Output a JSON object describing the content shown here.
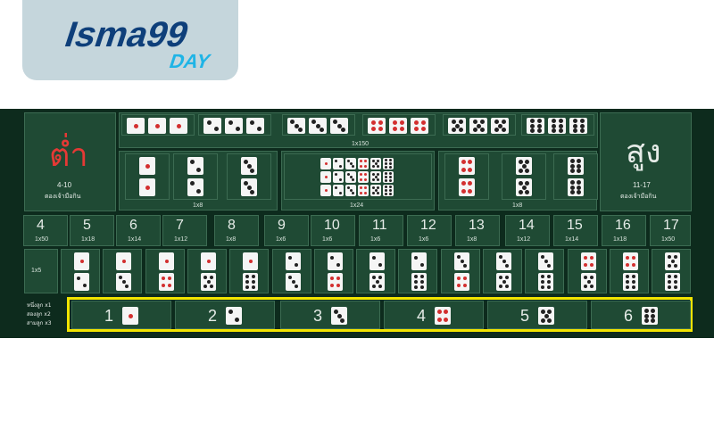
{
  "logo": {
    "brand_line1": "Isma99",
    "brand_line2": "DAY",
    "color_primary": "#0e3f7a",
    "color_accent": "#1fb4e6"
  },
  "table": {
    "low": {
      "title": "ต่ำ",
      "range": "4-10",
      "note": "ตองเจ้ามือกิน"
    },
    "high": {
      "title": "สูง",
      "range": "11-17",
      "note": "ตองเจ้ามือกิน"
    },
    "triples_payout": "1x150",
    "doubles_payout": "1x8",
    "any_triple_payout": "1x24",
    "doubles_right_payout": "1x8",
    "totals": [
      {
        "n": "4",
        "p": "1x50"
      },
      {
        "n": "5",
        "p": "1x18"
      },
      {
        "n": "6",
        "p": "1x14"
      },
      {
        "n": "7",
        "p": "1x12"
      },
      {
        "n": "8",
        "p": "1x8"
      },
      {
        "n": "9",
        "p": "1x6"
      },
      {
        "n": "10",
        "p": "1x6"
      },
      {
        "n": "11",
        "p": "1x6"
      },
      {
        "n": "12",
        "p": "1x6"
      },
      {
        "n": "13",
        "p": "1x8"
      },
      {
        "n": "14",
        "p": "1x12"
      },
      {
        "n": "15",
        "p": "1x14"
      },
      {
        "n": "16",
        "p": "1x18"
      },
      {
        "n": "17",
        "p": "1x50"
      }
    ],
    "combo_payout": "1x5",
    "singles_note": [
      "หนึ่งลูก x1",
      "สองลูก x2",
      "สามลูก x3"
    ],
    "singles": [
      "1",
      "2",
      "3",
      "4",
      "5",
      "6"
    ],
    "highlight_color": "#f2e400"
  }
}
